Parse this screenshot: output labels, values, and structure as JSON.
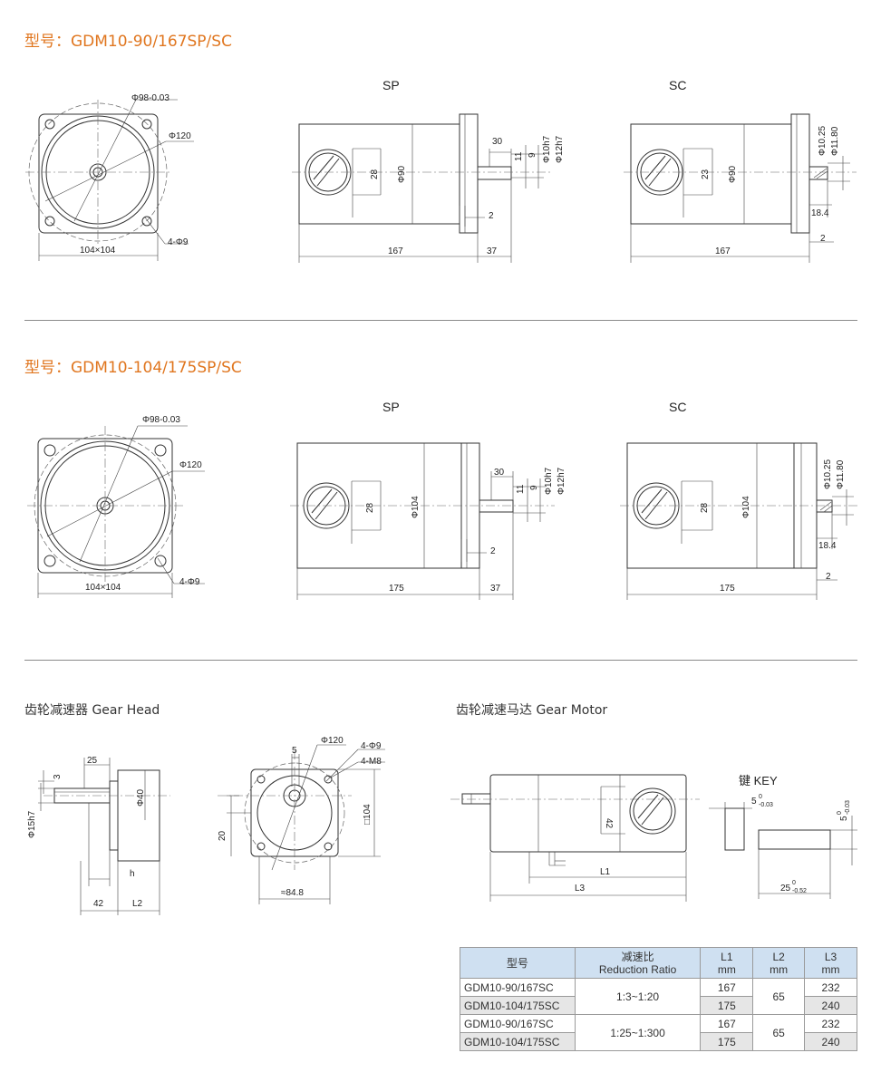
{
  "sections": {
    "s1": {
      "title": "型号：GDM10-90/167SP/SC",
      "front": {
        "phi_outer": "Φ98-0.03",
        "phi_120": "Φ120",
        "holes": "4-Φ9",
        "square": "104×104"
      },
      "sp": {
        "label": "SP",
        "d30": "30",
        "d11": "11",
        "d9": "9",
        "phi10": "Φ10h7",
        "phi12": "Φ12h7",
        "d28": "28",
        "phi_body": "Φ90",
        "d2": "2",
        "len": "167",
        "len_shaft": "37"
      },
      "sc": {
        "label": "SC",
        "phi1025": "Φ10.25",
        "phi1180": "Φ11.80",
        "d23": "23",
        "phi_body": "Φ90",
        "d184": "18.4",
        "d2": "2",
        "len": "167"
      }
    },
    "s2": {
      "title": "型号：GDM10-104/175SP/SC",
      "front": {
        "phi_outer": "Φ98-0.03",
        "phi_120": "Φ120",
        "holes": "4-Φ9",
        "square": "104×104"
      },
      "sp": {
        "label": "SP",
        "d30": "30",
        "d11": "11",
        "d9": "9",
        "phi10": "Φ10h7",
        "phi12": "Φ12h7",
        "d28": "28",
        "phi_body": "Φ104",
        "d2": "2",
        "len": "175",
        "len_shaft": "37"
      },
      "sc": {
        "label": "SC",
        "phi1025": "Φ10.25",
        "phi1180": "Φ11.80",
        "d28": "28",
        "phi_body": "Φ104",
        "d184": "18.4",
        "d2": "2",
        "len": "175"
      }
    }
  },
  "gear_head": {
    "title": "齿轮减速器 Gear Head",
    "d25": "25",
    "d3": "3",
    "phi15": "Φ15h7",
    "phi40": "Φ40",
    "h": "h",
    "d42": "42",
    "L2": "L2",
    "d5": "5",
    "phi120": "Φ120",
    "holes": "4-Φ9",
    "m8": "4-M8",
    "d20": "20",
    "sq104": "□104",
    "approx": "≈84.8"
  },
  "gear_motor": {
    "title": "齿轮减速马达 Gear Motor",
    "d42": "42",
    "L1": "L1",
    "L3": "L3",
    "key_title": "键  KEY",
    "key_w": "5",
    "key_w_tol_up": "0",
    "key_w_tol_dn": "-0.03",
    "key_len": "25",
    "key_len_tol_up": "0",
    "key_len_tol_dn": "-0.52"
  },
  "table": {
    "header": {
      "model": "型号",
      "ratio_cn": "减速比",
      "ratio_en": "Reduction Ratio",
      "l1": "L1",
      "l2": "L2",
      "l3": "L3",
      "unit": "mm"
    },
    "rows": [
      {
        "model": "GDM10-90/167SC",
        "ratio": "1:3~1:20",
        "l1": "167",
        "l2": "65",
        "l3": "232"
      },
      {
        "model": "GDM10-104/175SC",
        "l1": "175",
        "l3": "240"
      },
      {
        "model": "GDM10-90/167SC",
        "ratio": "1:25~1:300",
        "l1": "167",
        "l2": "65",
        "l3": "232"
      },
      {
        "model": "GDM10-104/175SC",
        "l1": "175",
        "l3": "240"
      }
    ]
  },
  "colors": {
    "title_accent": "#e0761f",
    "table_header_bg": "#cfe0f1",
    "table_shade": "#e6e6e6"
  }
}
